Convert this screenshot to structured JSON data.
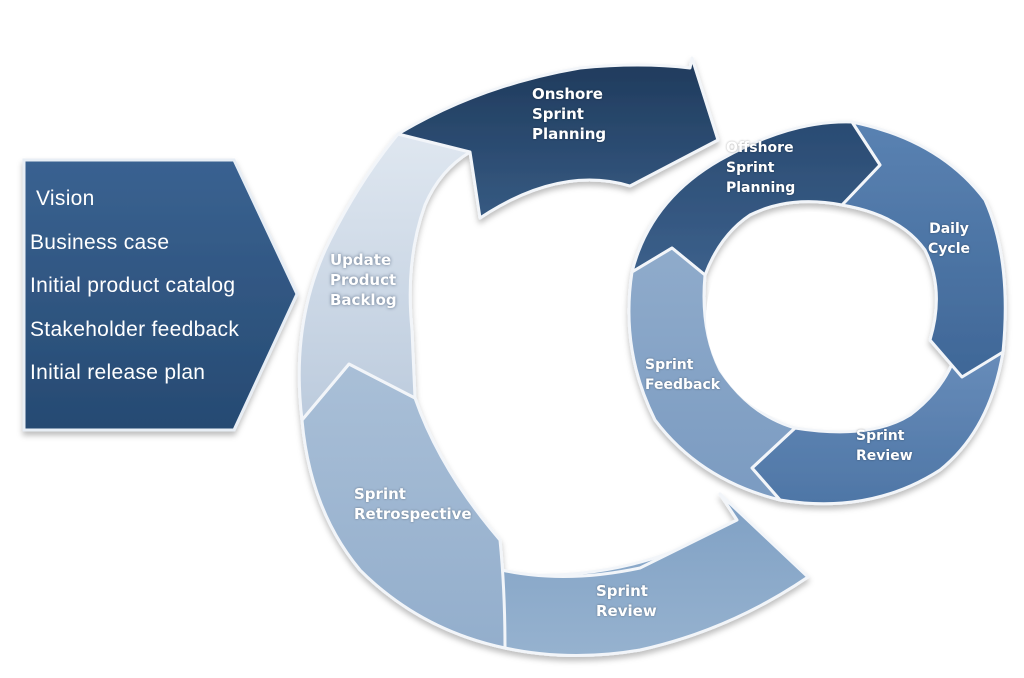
{
  "inputs": {
    "items": [
      "Vision",
      "Business case",
      "Initial product catalog",
      "Stakeholder feedback",
      "Initial release plan"
    ]
  },
  "outer_cycle": {
    "segments": [
      {
        "lines": [
          "Onshore",
          "Sprint",
          "Planning"
        ],
        "color": "#2c4a6c"
      },
      {
        "lines": [
          "Update",
          "Product",
          "Backlog"
        ],
        "color": "#c9d6e5"
      },
      {
        "lines": [
          "Sprint",
          "Retrospective"
        ],
        "color": "#9eb6d1"
      },
      {
        "lines": [
          "Sprint",
          "Review"
        ],
        "color": "#86a7c9"
      }
    ]
  },
  "inner_cycle": {
    "segments": [
      {
        "lines": [
          "Offshore",
          "Sprint",
          "Planning"
        ],
        "color": "#34557a"
      },
      {
        "lines": [
          "Daily",
          "Cycle"
        ],
        "color": "#4a74a5"
      },
      {
        "lines": [
          "Sprint",
          "Review"
        ],
        "color": "#5c83b2"
      },
      {
        "lines": [
          "Sprint",
          "Feedback"
        ],
        "color": "#87a4c6"
      }
    ]
  }
}
